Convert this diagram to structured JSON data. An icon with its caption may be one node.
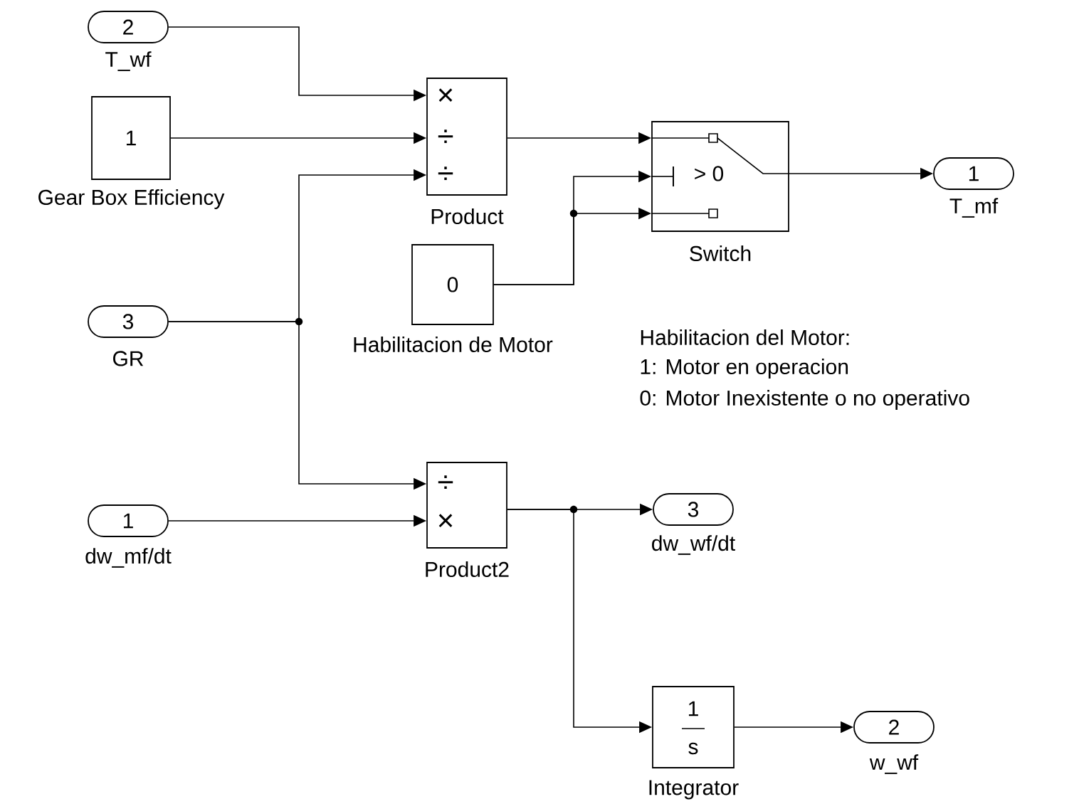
{
  "diagram": {
    "nodes": [
      {
        "text": [
          "2",
          "T_wf"
        ]
      },
      {
        "text": [
          "1",
          "Gear Box Efficiency"
        ]
      },
      {
        "text": [
          "3",
          "GR"
        ]
      },
      {
        "text": [
          "1",
          "dw_mf/dt"
        ]
      },
      {
        "text": [
          "×",
          "÷",
          "÷",
          "Product"
        ]
      },
      {
        "text": [
          "0",
          "Habilitacion de Motor"
        ]
      },
      {
        "text": [
          "> 0",
          "Switch"
        ]
      },
      {
        "text": [
          "1",
          "T_mf"
        ]
      },
      {
        "text": [
          "÷",
          "×",
          "Product2"
        ]
      },
      {
        "text": [
          "3",
          "dw_wf/dt"
        ]
      },
      {
        "text": [
          "1",
          "s",
          "Integrator"
        ]
      },
      {
        "text": [
          "2",
          "w_wf"
        ]
      }
    ],
    "edges": [
      {
        "from": 0,
        "to": 4,
        "arrow": "to"
      },
      {
        "from": 1,
        "to": 4,
        "arrow": "to"
      },
      {
        "from": 2,
        "to": 4,
        "arrow": "to"
      },
      {
        "from": 2,
        "to": 8,
        "arrow": "to"
      },
      {
        "from": 3,
        "to": 8,
        "arrow": "to"
      },
      {
        "from": 4,
        "to": 6,
        "arrow": "to"
      },
      {
        "from": 5,
        "to": 6,
        "arrow": "to"
      },
      {
        "from": 5,
        "to": 6,
        "arrow": "to"
      },
      {
        "from": 6,
        "to": 7,
        "arrow": "to"
      },
      {
        "from": 8,
        "to": 9,
        "arrow": "to"
      },
      {
        "from": 8,
        "to": 10,
        "arrow": "to"
      },
      {
        "from": 10,
        "to": 11,
        "arrow": "to"
      }
    ],
    "labels": [
      "Habilitacion del Motor:",
      "1: Motor en operacion",
      "0: Motor Inexistente o no operativo"
    ]
  }
}
